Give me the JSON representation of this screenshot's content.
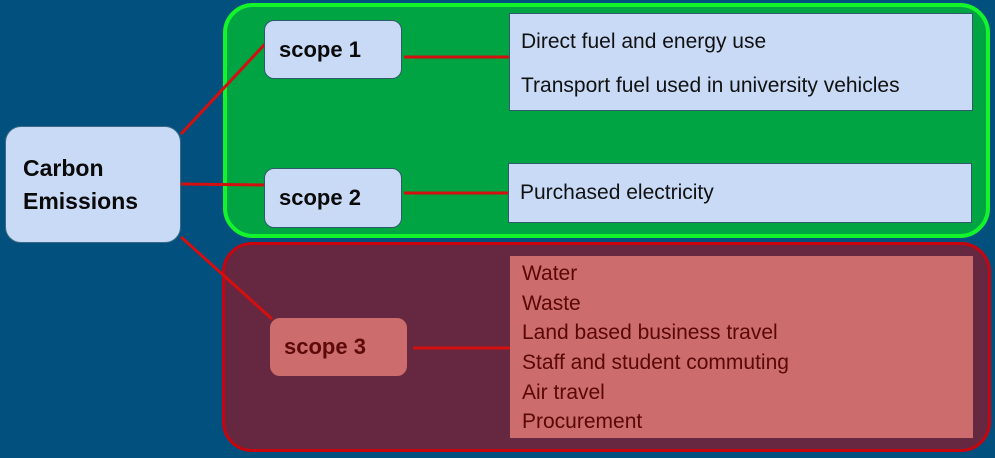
{
  "diagram": {
    "root": {
      "lines": [
        "Carbon",
        "Emissions"
      ]
    },
    "scopes": [
      {
        "id": "scope-1",
        "label": "scope 1",
        "items": [
          "Direct fuel and energy use",
          "Transport fuel used in university vehicles"
        ]
      },
      {
        "id": "scope-2",
        "label": "scope 2",
        "items": [
          "Purchased electricity"
        ]
      },
      {
        "id": "scope-3",
        "label": "scope 3",
        "items": [
          "Water",
          "Waste",
          "Land based business travel",
          "Staff and student commuting",
          "Air travel",
          "Procurement"
        ]
      }
    ],
    "colors": {
      "background": "#02507e",
      "connector": "#d40f0f",
      "direct_group_fill": "#00a443",
      "direct_group_border": "#14f42a",
      "indirect_group_fill": "#652840",
      "indirect_group_border": "#c8050e",
      "node_fill": "#c9daf6",
      "scope3_fill": "#cd6c6d",
      "scope3_text": "#5c0a0a"
    }
  }
}
